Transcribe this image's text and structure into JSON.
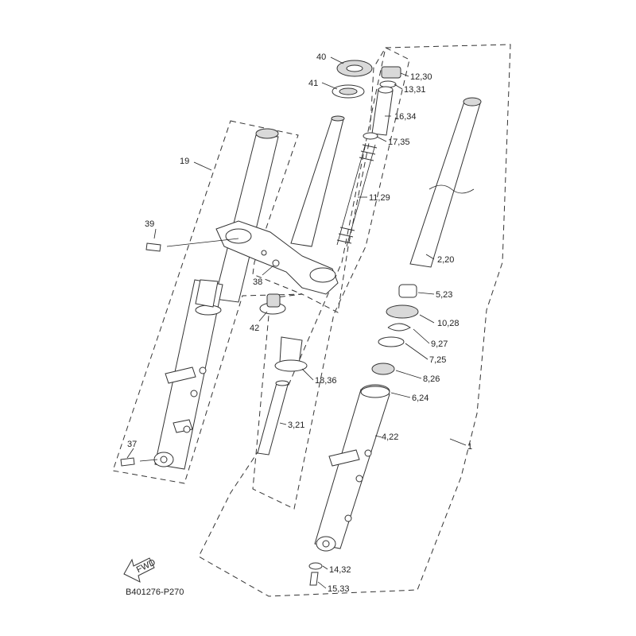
{
  "diagram": {
    "code": "B401276-P270",
    "fwd_label": "FWD",
    "callouts": [
      {
        "id": "c40",
        "text": "40"
      },
      {
        "id": "c41",
        "text": "41"
      },
      {
        "id": "c12",
        "text": "12,30"
      },
      {
        "id": "c13",
        "text": "13,31"
      },
      {
        "id": "c16",
        "text": "16,34"
      },
      {
        "id": "c17",
        "text": "17,35"
      },
      {
        "id": "c19",
        "text": "19"
      },
      {
        "id": "c11",
        "text": "11,29"
      },
      {
        "id": "c39",
        "text": "39"
      },
      {
        "id": "c2",
        "text": "2,20"
      },
      {
        "id": "c38",
        "text": "38"
      },
      {
        "id": "c5",
        "text": "5,23"
      },
      {
        "id": "c42",
        "text": "42"
      },
      {
        "id": "c10",
        "text": "10,28"
      },
      {
        "id": "c9",
        "text": "9,27"
      },
      {
        "id": "c7",
        "text": "7,25"
      },
      {
        "id": "c18",
        "text": "18,36"
      },
      {
        "id": "c8",
        "text": "8,26"
      },
      {
        "id": "c6",
        "text": "6,24"
      },
      {
        "id": "c3",
        "text": "3,21"
      },
      {
        "id": "c4",
        "text": "4,22"
      },
      {
        "id": "c1",
        "text": "1"
      },
      {
        "id": "c37",
        "text": "37"
      },
      {
        "id": "c14",
        "text": "14,32"
      },
      {
        "id": "c15",
        "text": "15,33"
      }
    ]
  }
}
